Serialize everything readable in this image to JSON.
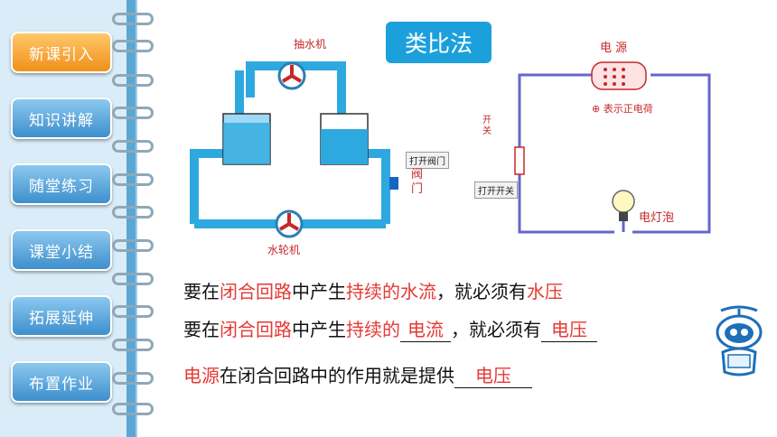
{
  "nav": {
    "items": [
      {
        "label": "新课引入",
        "active": true
      },
      {
        "label": "知识讲解",
        "active": false
      },
      {
        "label": "随堂练习",
        "active": false
      },
      {
        "label": "课堂小结",
        "active": false
      },
      {
        "label": "拓展延伸",
        "active": false
      },
      {
        "label": "布置作业",
        "active": false
      }
    ]
  },
  "main": {
    "title": "类比法",
    "water": {
      "pump_label": "抽水机",
      "turbine_label": "水轮机",
      "valve_button": "打开阀门",
      "valve_label": "阀门"
    },
    "circuit": {
      "source_label": "电 源",
      "charge_note": "⊕ 表示正电荷",
      "switch_label": "开关",
      "switch_button": "打开开关",
      "bulb_label": "电灯泡"
    },
    "sentence1": {
      "p1": "要在",
      "p2": "闭合回路",
      "p3": "中产生",
      "p4": "持续的水流",
      "p5": "，就必须有",
      "p6": "水压"
    },
    "sentence2": {
      "p1": "要在",
      "p2": "闭合回路",
      "p3": "中产生",
      "p4": "持续的",
      "blank1": "电流",
      "p5": "，就必须有",
      "blank2": "电压"
    },
    "sentence3": {
      "p1": "电源",
      "p2": "在闭合回路中的作用就是提供",
      "blank1": "电压"
    }
  },
  "colors": {
    "sidebar_bg": "#d9ecf7",
    "nav_button": "#3d8fcd",
    "nav_active": "#f0901a",
    "title_badge": "#1ca0db",
    "emphasis": "#e53935"
  }
}
